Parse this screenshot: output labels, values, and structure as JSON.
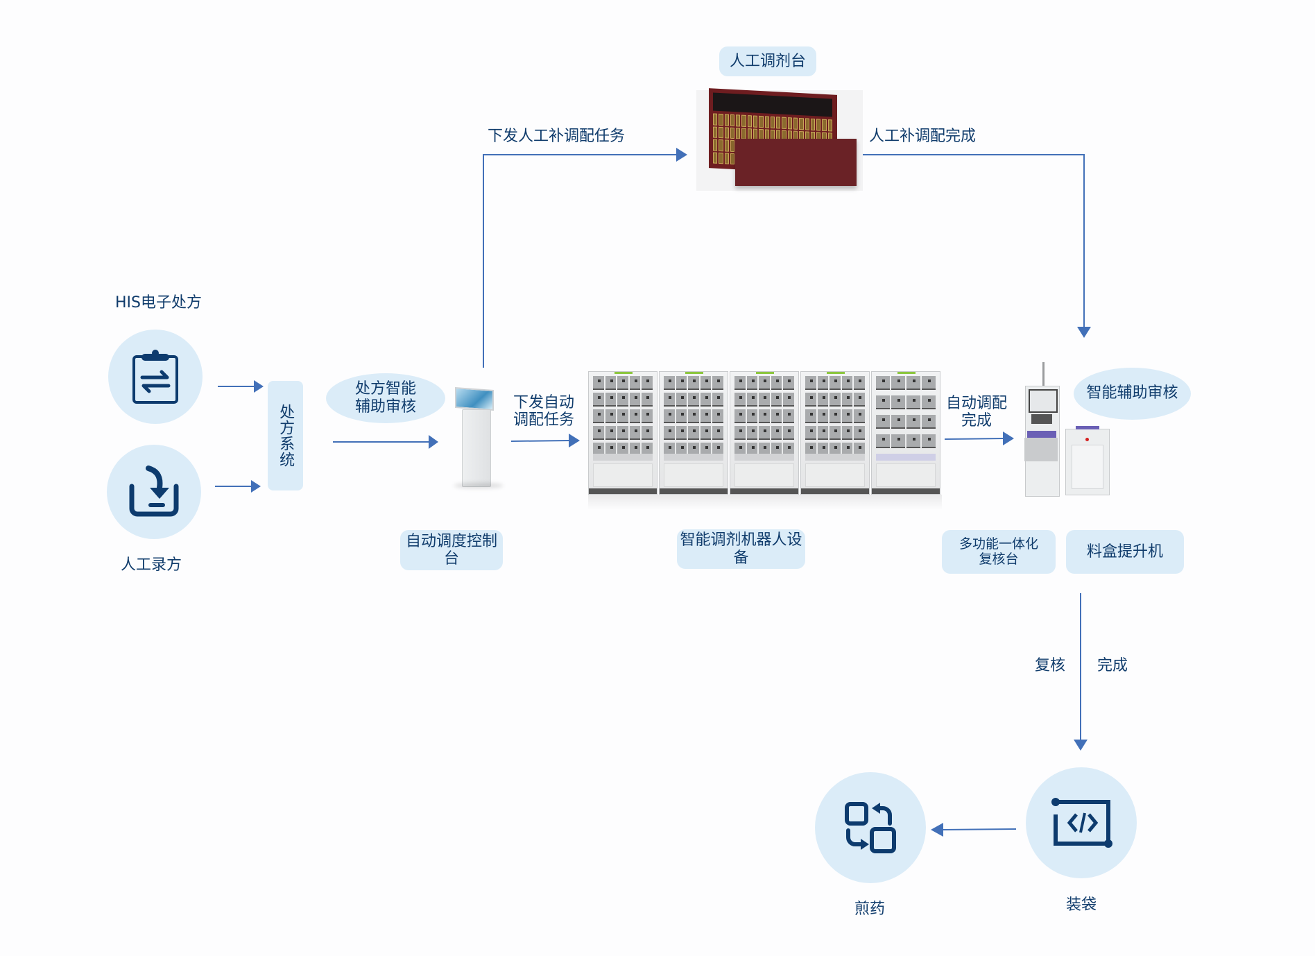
{
  "colors": {
    "accent_line": "#4270b8",
    "node_fill": "#dbecf8",
    "text": "#103c6c",
    "icon": "#0d3b6e"
  },
  "inputs": {
    "his": {
      "label": "HIS电子处方",
      "icon": "clipboard-transfer-icon"
    },
    "manual": {
      "label": "人工录方",
      "icon": "download-tray-icon"
    }
  },
  "prescription_system": {
    "label": "处方系统"
  },
  "review_bubble_1": {
    "label_line1": "处方智能",
    "label_line2": "辅助审核"
  },
  "dispatch_console": {
    "label": "自动调度控制台"
  },
  "arrow_labels": {
    "manual_task": "下发人工补调配任务",
    "manual_done": "人工补调配完成",
    "auto_task_line1": "下发自动",
    "auto_task_line2": "调配任务",
    "auto_done_line1": "自动调配",
    "auto_done_line2": "完成",
    "check": "复核",
    "done": "完成"
  },
  "manual_station": {
    "label": "人工调剂台"
  },
  "robot": {
    "label": "智能调剂机器人设备",
    "cabinets": 5
  },
  "review_bubble_2": {
    "label": "智能辅助审核"
  },
  "review_station": {
    "label_line1": "多功能一体化",
    "label_line2": "复核台"
  },
  "lift": {
    "label": "料盒提升机"
  },
  "outputs": {
    "bagging": {
      "label": "装袋",
      "icon": "code-frame-icon"
    },
    "decoction": {
      "label": "煎药",
      "icon": "swap-squares-icon"
    }
  }
}
